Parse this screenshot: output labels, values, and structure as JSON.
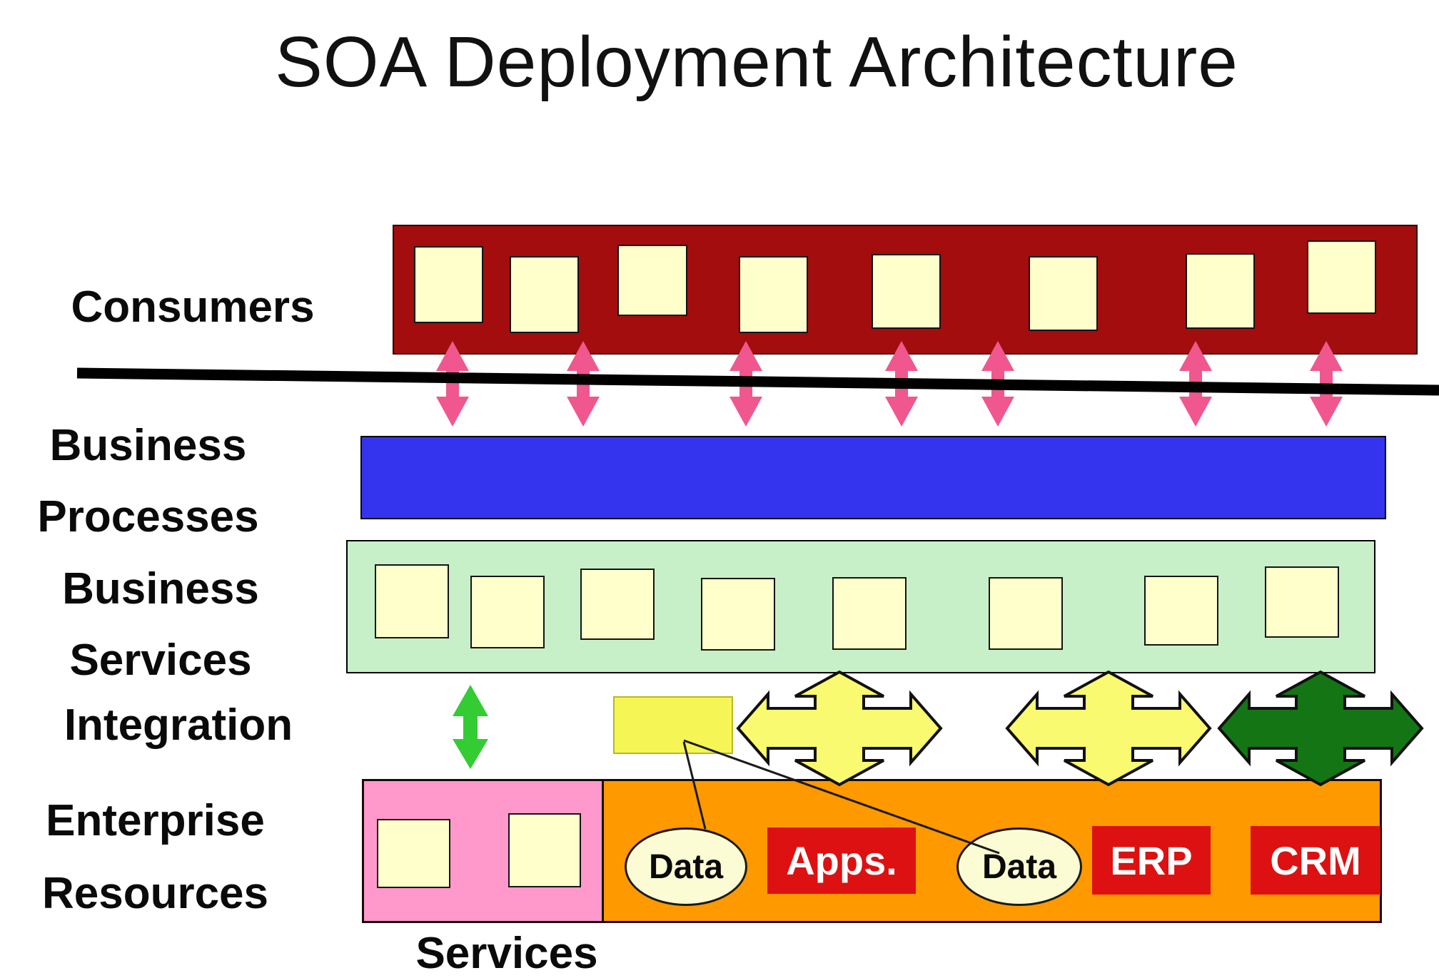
{
  "title": "SOA Deployment Architecture",
  "labels": {
    "consumers": "Consumers",
    "business_processes_line1": "Business",
    "business_processes_line2": "Processes",
    "business_services_line1": "Business",
    "business_services_line2": "Services",
    "integration": "Integration",
    "enterprise_line1": "Enterprise",
    "enterprise_line2": "Resources",
    "services_caption": "Services"
  },
  "enterprise_items": {
    "data_store_1": "Data",
    "apps": "Apps.",
    "data_store_2": "Data",
    "erp": "ERP",
    "crm": "CRM"
  },
  "counts": {
    "consumer_boxes": 8,
    "consumer_connector_arrows": 7,
    "business_service_boxes": 8,
    "enterprise_service_boxes": 2
  },
  "colors": {
    "consumers_bar": "#A30D0D",
    "component_box": "#FFFFCC",
    "business_processes_bar": "#3434EE",
    "business_services_bar": "#C8F0C8",
    "consumer_connector_arrow": "#F0578E",
    "separation_line": "#000000",
    "integration_updown_arrow": "#33CC33",
    "integration_component_box": "#F5F556",
    "integration_quad_arrow_yellow": "#FAFA70",
    "integration_quad_arrow_green": "#147514",
    "enterprise_services_bar": "#FF99CC",
    "enterprise_resources_bar": "#FF9900",
    "resource_label_box": "#DD1111",
    "data_ellipse": "#FCFCD4"
  }
}
